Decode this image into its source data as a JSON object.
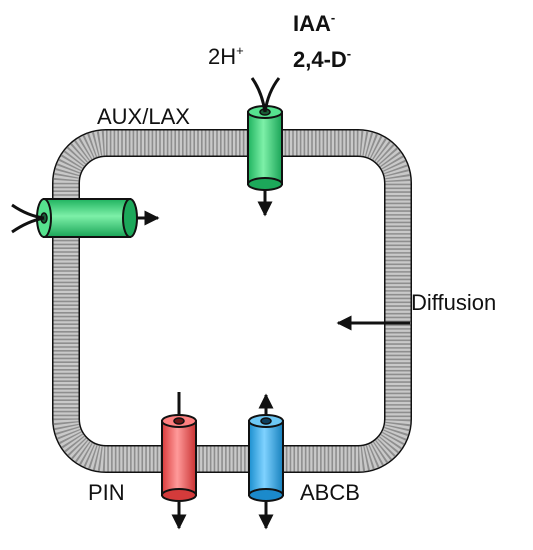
{
  "labels": {
    "proton": "2H",
    "proton_charge": "+",
    "iaa": "IAA",
    "iaa_charge": "-",
    "d24": "2,4-D",
    "d24_charge": "-",
    "aux_lax": "AUX/LAX",
    "diffusion": "Diffusion",
    "pin": "PIN",
    "abcb": "ABCB"
  },
  "colors": {
    "aux_lax": "#2fd27a",
    "pin": "#f05a5a",
    "abcb": "#2aa7e6",
    "membrane": "#b9b9b9",
    "line": "#111111"
  }
}
